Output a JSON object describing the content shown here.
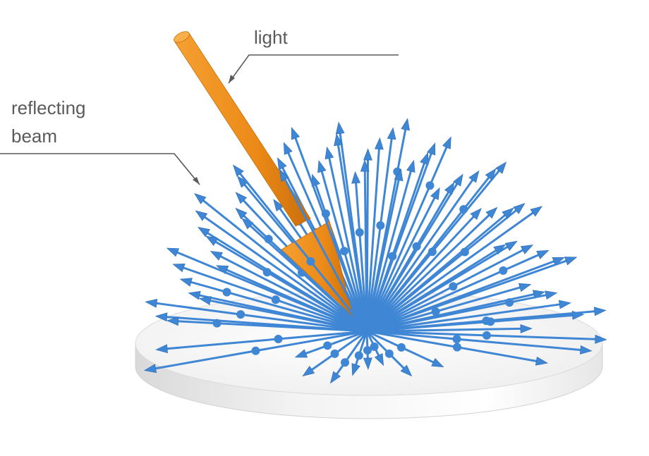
{
  "labels": {
    "light": "light",
    "reflecting_line1": "reflecting",
    "reflecting_line2": "beam"
  },
  "colors": {
    "arrow_blue": "#3f86d4",
    "arrow_blue_dark": "#2b6bb3",
    "incident_orange": "#f08c1a",
    "incident_orange_dark": "#c86d0a",
    "disk_top": "#f4f4f4",
    "disk_side": "#e4e4e4",
    "label_gray": "#5a5a5a"
  }
}
